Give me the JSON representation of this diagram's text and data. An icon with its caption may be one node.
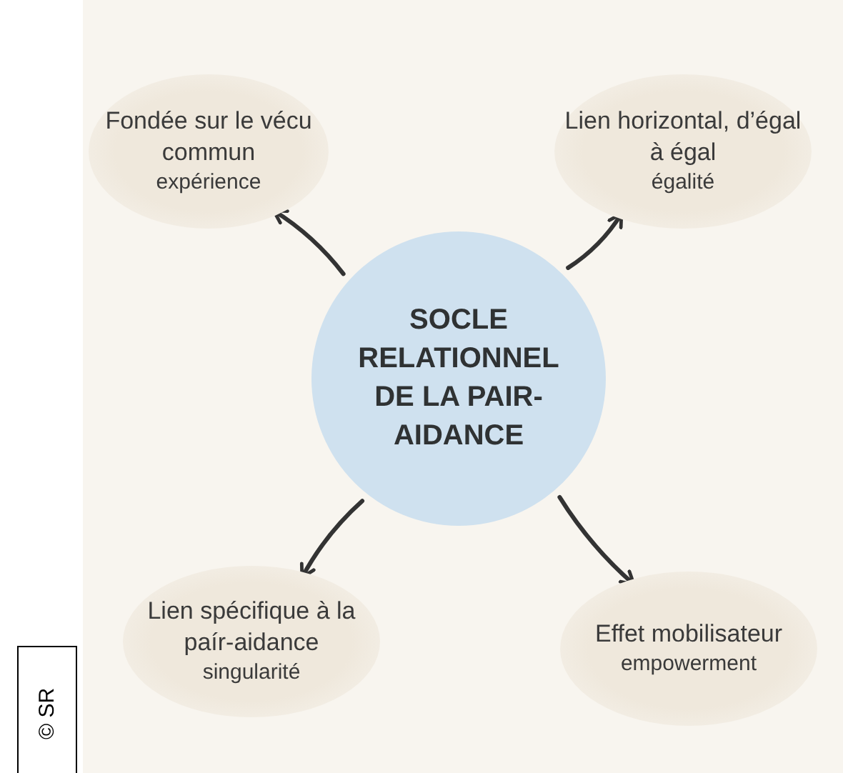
{
  "diagram": {
    "nodes": [
      {
        "text": [
          "Fondée sur le vécu commun",
          "expérience"
        ]
      },
      {
        "text": [
          "Lien horizontal, d’égal à égal",
          "égalité"
        ]
      },
      {
        "text": [
          "SOCLE RELATIONNEL DE LA PAIR-AIDANCE"
        ]
      },
      {
        "text": [
          "Lien spécifique à la paír-aidance",
          "singularité"
        ]
      },
      {
        "text": [
          "Effet mobilisateur",
          "empowerment"
        ]
      }
    ],
    "edges": [
      {
        "from": 2,
        "to": 0,
        "arrow": "to"
      },
      {
        "from": 2,
        "to": 1,
        "arrow": "to"
      },
      {
        "from": 2,
        "to": 3,
        "arrow": "to"
      },
      {
        "from": 2,
        "to": 4,
        "arrow": "to"
      }
    ],
    "labels": [
      "© SR"
    ]
  }
}
